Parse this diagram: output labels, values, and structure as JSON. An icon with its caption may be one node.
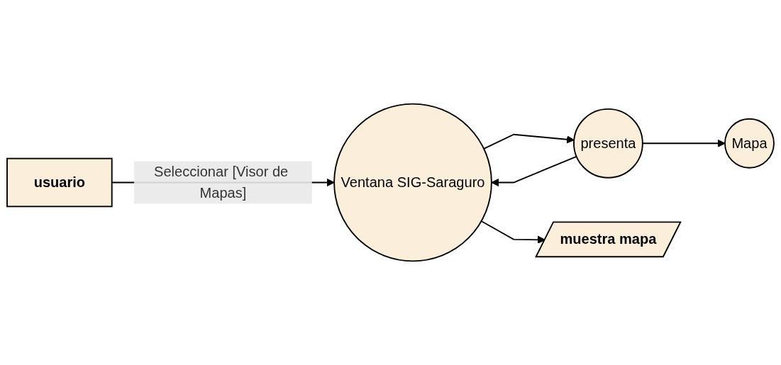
{
  "diagram": {
    "nodes": [
      {
        "text": [
          "usuario"
        ]
      },
      {
        "text": [
          "Ventana SIG-Saraguro"
        ]
      },
      {
        "text": [
          "presenta"
        ]
      },
      {
        "text": [
          "muestra mapa"
        ]
      },
      {
        "text": [
          "Mapa"
        ]
      }
    ],
    "edges": [
      {
        "from": 0,
        "to": 1,
        "arrow": "to",
        "label": "Seleccionar [Visor de Mapas]"
      },
      {
        "from": 1,
        "to": 2,
        "arrow": "to"
      },
      {
        "from": 2,
        "to": 1,
        "arrow": "to"
      },
      {
        "from": 1,
        "to": 3,
        "arrow": "to"
      },
      {
        "from": 2,
        "to": 4,
        "arrow": "to"
      }
    ]
  }
}
